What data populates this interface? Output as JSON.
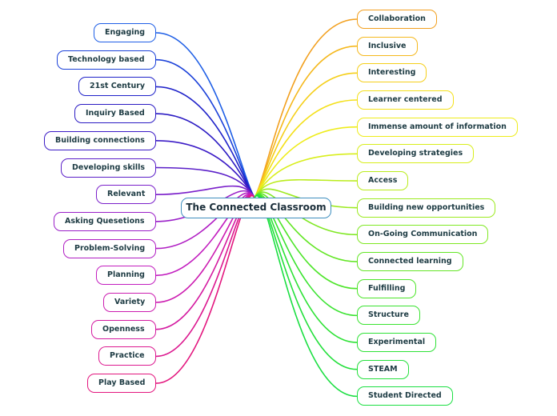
{
  "center": {
    "label": "The Connected Classroom"
  },
  "left_nodes": [
    {
      "label": "Engaging",
      "color": "#1f5fe6"
    },
    {
      "label": "Technology based",
      "color": "#1b41d9"
    },
    {
      "label": "21st Century",
      "color": "#1f22c9"
    },
    {
      "label": "Inquiry Based",
      "color": "#2b1bc3"
    },
    {
      "label": "Building connections",
      "color": "#3b1bc6"
    },
    {
      "label": "Developing skills",
      "color": "#5a1ec8"
    },
    {
      "label": "Relevant",
      "color": "#7a1fca"
    },
    {
      "label": "Asking Quesetions",
      "color": "#9a1fc8"
    },
    {
      "label": "Problem-Solving",
      "color": "#b01ec3"
    },
    {
      "label": "Planning",
      "color": "#c21dbf"
    },
    {
      "label": "Variety",
      "color": "#cc1cb0"
    },
    {
      "label": "Openness",
      "color": "#d41aa0"
    },
    {
      "label": "Practice",
      "color": "#dc188f"
    },
    {
      "label": "Play Based",
      "color": "#e3167e"
    }
  ],
  "right_nodes": [
    {
      "label": "Collaboration",
      "color": "#f2a01f"
    },
    {
      "label": "Inclusive",
      "color": "#f5b81c"
    },
    {
      "label": "Interesting",
      "color": "#f5cf1a"
    },
    {
      "label": "Learner centered",
      "color": "#f4e01a"
    },
    {
      "label": "Immense amount of information",
      "color": "#eeec1a"
    },
    {
      "label": "Developing strategies",
      "color": "#d8ee1a"
    },
    {
      "label": "Access",
      "color": "#baec1c"
    },
    {
      "label": "Building new opportunities",
      "color": "#9cea1f"
    },
    {
      "label": "On-Going Communication",
      "color": "#7fe822"
    },
    {
      "label": "Connected learning",
      "color": "#63e625"
    },
    {
      "label": "Fulfilling",
      "color": "#4ee52a"
    },
    {
      "label": "Structure",
      "color": "#3ae330"
    },
    {
      "label": "Experimental",
      "color": "#2ee236"
    },
    {
      "label": "STEAM",
      "color": "#24e03c"
    },
    {
      "label": "Student Directed",
      "color": "#1bdf42"
    }
  ]
}
